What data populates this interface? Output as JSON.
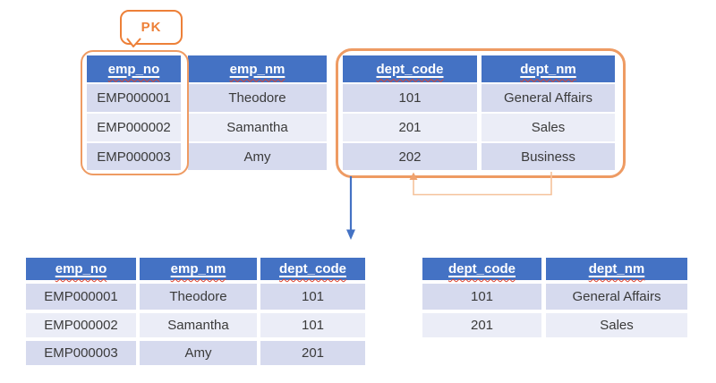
{
  "callout": {
    "label": "PK"
  },
  "colors": {
    "header_bg": "#4472C4",
    "row_odd": "#D6DAEE",
    "row_even": "#EBEDF7",
    "cell_text": "#3A3A3A",
    "rect_orange": "#EE9B63",
    "callout_orange": "#ED8038",
    "elbow_orange": "#F5C29B",
    "elbow_head": "#EFA26E",
    "arrow_blue": "#4472C4",
    "spellcheck_red": "#E0442C"
  },
  "tables": {
    "source": {
      "columns": [
        "emp_no",
        "emp_nm",
        "dept_code",
        "dept_nm"
      ],
      "rows": [
        [
          "EMP000001",
          "Theodore",
          "101",
          "General Affairs"
        ],
        [
          "EMP000002",
          "Samantha",
          "201",
          "Sales"
        ],
        [
          "EMP000003",
          "Amy",
          "202",
          "Business"
        ]
      ]
    },
    "employee": {
      "columns": [
        "emp_no",
        "emp_nm",
        "dept_code"
      ],
      "rows": [
        [
          "EMP000001",
          "Theodore",
          "101"
        ],
        [
          "EMP000002",
          "Samantha",
          "101"
        ],
        [
          "EMP000003",
          "Amy",
          "201"
        ]
      ]
    },
    "department": {
      "columns": [
        "dept_code",
        "dept_nm"
      ],
      "rows": [
        [
          "101",
          "General Affairs"
        ],
        [
          "201",
          "Sales"
        ]
      ]
    }
  }
}
